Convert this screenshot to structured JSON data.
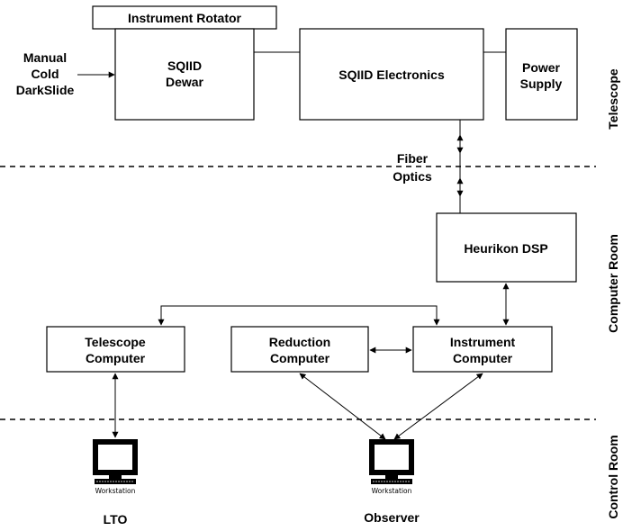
{
  "zones": {
    "telescope": "Telescope",
    "computer_room": "Computer Room",
    "control_room": "Control Room"
  },
  "boxes": {
    "instrument_rotator": "Instrument Rotator",
    "sqiid_dewar": [
      "SQIID",
      "Dewar"
    ],
    "sqiid_electronics": "SQIID Electronics",
    "power_supply": [
      "Power",
      "Supply"
    ],
    "heurikon_dsp": "Heurikon DSP",
    "telescope_computer": [
      "Telescope",
      "Computer"
    ],
    "reduction_computer": [
      "Reduction",
      "Computer"
    ],
    "instrument_computer": [
      "Instrument",
      "Computer"
    ]
  },
  "labels": {
    "manual_cold_darkslide": [
      "Manual",
      "Cold",
      "DarkSlide"
    ],
    "fiber_optics": [
      "Fiber",
      "Optics"
    ]
  },
  "workstations": [
    {
      "id": "lto",
      "caption": "Workstation",
      "label": "LTO"
    },
    {
      "id": "observer",
      "caption": "Workstation",
      "label": "Observer"
    }
  ]
}
